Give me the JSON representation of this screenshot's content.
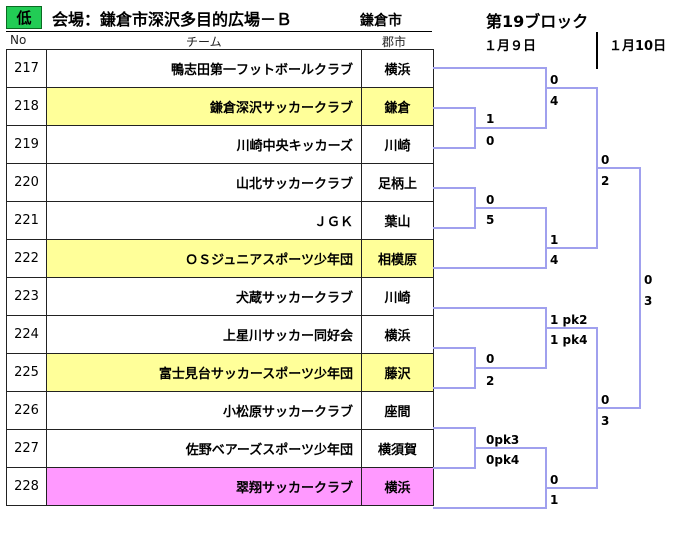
{
  "header": {
    "badge": "低",
    "title": "会場：鎌倉市深沢多目的広場－Ｂ",
    "city": "鎌倉市",
    "block": "第19ブロック",
    "date1": "１月９日",
    "date2": "１月10日"
  },
  "columns": {
    "no": "No",
    "team": "チーム",
    "city": "郡市"
  },
  "teams": [
    {
      "no": "217",
      "name": "鴨志田第一フットボールクラブ",
      "city": "横浜",
      "hl": "none"
    },
    {
      "no": "218",
      "name": "鎌倉深沢サッカークラブ",
      "city": "鎌倉",
      "hl": "yellow"
    },
    {
      "no": "219",
      "name": "川崎中央キッカーズ",
      "city": "川崎",
      "hl": "none"
    },
    {
      "no": "220",
      "name": "山北サッカークラブ",
      "city": "足柄上",
      "hl": "none"
    },
    {
      "no": "221",
      "name": "ＪＧＫ",
      "city": "葉山",
      "hl": "none"
    },
    {
      "no": "222",
      "name": "ＯＳジュニアスポーツ少年団",
      "city": "相模原",
      "hl": "yellow"
    },
    {
      "no": "223",
      "name": "犬蔵サッカークラブ",
      "city": "川崎",
      "hl": "none"
    },
    {
      "no": "224",
      "name": "上星川サッカー同好会",
      "city": "横浜",
      "hl": "none"
    },
    {
      "no": "225",
      "name": "富士見台サッカースポーツ少年団",
      "city": "藤沢",
      "hl": "yellow"
    },
    {
      "no": "226",
      "name": "小松原サッカークラブ",
      "city": "座間",
      "hl": "none"
    },
    {
      "no": "227",
      "name": "佐野ベアーズスポーツ少年団",
      "city": "横須賀",
      "hl": "none"
    },
    {
      "no": "228",
      "name": "翠翔サッカークラブ",
      "city": "横浜",
      "hl": "pink"
    }
  ],
  "scores": {
    "m1_top": "1",
    "m1_bot": "0",
    "m2_top": "0",
    "m2_bot": "5",
    "m3_top": "0",
    "m3_bot": "2",
    "m4_top": "0pk3",
    "m4_bot": "0pk4",
    "r2a_top": "0",
    "r2a_bot": "4",
    "r2b_top": "1",
    "r2b_bot": "4",
    "r2c_top": "1 pk2",
    "r2c_bot": "1 pk4",
    "r2d_top": "0",
    "r2d_bot": "1",
    "sf1_top": "0",
    "sf1_bot": "2",
    "sf2_top": "0",
    "sf2_bot": "3",
    "final_top": "0",
    "final_bot": "3"
  },
  "colors": {
    "bracket": "#a0a0ee",
    "yellow": "#ffff99",
    "pink": "#ff99ff",
    "badge": "#22cc55"
  }
}
